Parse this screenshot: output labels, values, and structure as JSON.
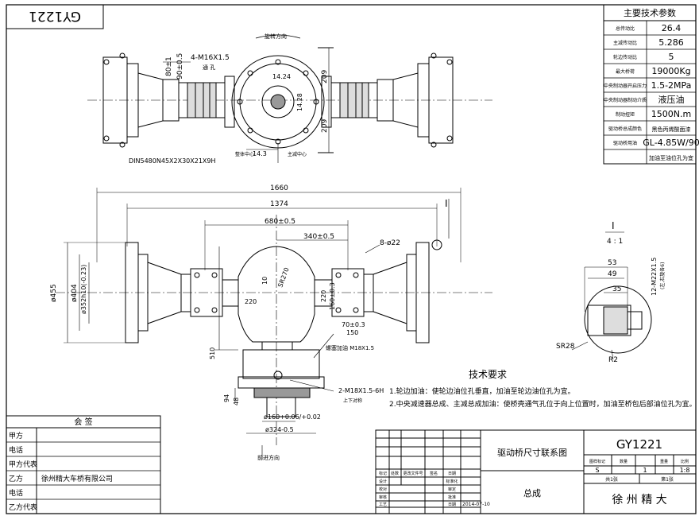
{
  "drawing_number_rotated": "GY1221",
  "top_view": {
    "rotation_label": "旋转方向",
    "thread_label": "4-M16X1.5",
    "thread_sub": "通 孔",
    "dim_80": "80±1",
    "dim_90": "90±0.5",
    "dim_209a": "209",
    "dim_209b": "209",
    "dim_1424": "14.24",
    "dim_1428": "14.28",
    "dim_143": "14.3",
    "center_label_1": "整体中心",
    "center_label_2": "主减中心",
    "spline": "DIN5480N45X2X30X21X9H"
  },
  "front_view": {
    "dim_1660": "1660",
    "dim_1374": "1374",
    "dim_680": "680±0.5",
    "dim_340": "340±0.5",
    "holes": "8-ø22",
    "detail_ref": "I",
    "dim_455": "ø455",
    "dim_404": "ø404",
    "dim_352": "ø352h10(-0.23)",
    "dim_10": "10",
    "dim_sr270": "SR270",
    "dim_220a": "220",
    "dim_220b": "220",
    "dim_160": "160±0.3",
    "dim_150": "150",
    "dim_70": "70±0.3",
    "dim_510": "510",
    "plug_label": "螺塞加油 M18X1.5",
    "vent_label": "2-M18X1.5-6H",
    "vent_sub": "上下对称",
    "dim_94": "94",
    "dim_48": "48",
    "dim_160_flange": "ø160+0.06/+0.02",
    "dim_324": "ø324-0.5",
    "forward_label": "前进方向"
  },
  "detail": {
    "title": "I",
    "scale": "4 : 1",
    "dim_53": "53",
    "dim_49": "49",
    "dim_35": "35",
    "thread": "12-M22X1.5",
    "thread_sub": "(左,右旋各6)",
    "sr28": "SR28",
    "r2": "R2"
  },
  "tech_params": {
    "title": "主要技术参数",
    "rows": [
      {
        "label": "总传动比",
        "value": "26.4"
      },
      {
        "label": "主减传动比",
        "value": "5.286"
      },
      {
        "label": "轮边传动比",
        "value": "5"
      },
      {
        "label": "最大桥荷",
        "value": "19000Kg"
      },
      {
        "label": "中央制动器开启压力",
        "value": "1.5-2MPa"
      },
      {
        "label": "中央制动器制动介质",
        "value": "液压油"
      },
      {
        "label": "制动扭矩",
        "value": "1500N.m"
      },
      {
        "label": "驱动桥总成颜色",
        "value": "黑色丙烯酸面漆"
      },
      {
        "label": "驱动桥用油",
        "value": "GL-4.85W/90"
      },
      {
        "label": "",
        "value": "加油至油位孔为宜"
      }
    ]
  },
  "requirements": {
    "title": "技术要求",
    "items": [
      "1.轮边加油：使轮边油位孔垂直，加油至轮边油位孔为宜。",
      "2.中央减速器总成、主减总成加油：使桥壳通气孔位于向上位置时，加油至桥包后部油位孔为宜。"
    ]
  },
  "signoff": {
    "title": "会 签",
    "rows": [
      {
        "label": "甲方",
        "value": ""
      },
      {
        "label": "电话",
        "value": ""
      },
      {
        "label": "甲方代表",
        "value": ""
      },
      {
        "label": "乙方",
        "value": "徐州精大车桥有限公司"
      },
      {
        "label": "电话",
        "value": ""
      },
      {
        "label": "乙方代表",
        "value": ""
      }
    ]
  },
  "title_block": {
    "drawing_name": "驱动桥尺寸联系图",
    "assembly": "总成",
    "drawing_number": "GY1221",
    "company": "徐 州 精 大",
    "stage_mark": "S",
    "quantity": "1",
    "scale": "1:8",
    "sheets_total": "共1张",
    "sheet_no": "第1张",
    "stage_header": "图样标记",
    "qty_header": "数量",
    "weight_header": "重量",
    "scale_header": "比例",
    "date": "2014-07-10",
    "row_labels": [
      "标记",
      "设计",
      "校对",
      "审核",
      "工艺"
    ],
    "col_labels": [
      "处数",
      "更改文件号",
      "签名",
      "日期"
    ],
    "mid_labels": [
      "标准化",
      "审定",
      "批准",
      "日期"
    ]
  }
}
